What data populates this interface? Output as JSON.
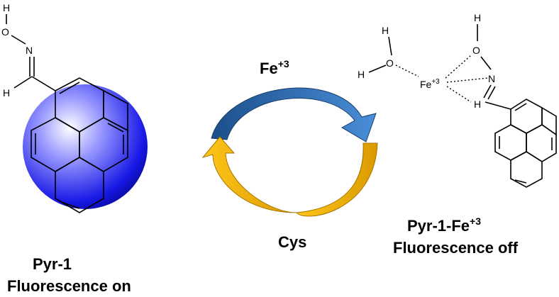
{
  "left": {
    "name": "Pyr-1",
    "status": "Fluorescence on"
  },
  "right": {
    "name": "Pyr-1-Fe",
    "name_sup": "+3",
    "status": "Fluorescence off"
  },
  "cycle": {
    "top_reagent": "Fe",
    "top_reagent_sup": "+3",
    "bottom_reagent": "Cys"
  },
  "atoms": {
    "H": "H",
    "O": "O",
    "N": "N",
    "Fe": "Fe",
    "fe_charge": "+3"
  },
  "colors": {
    "sphere": "#1a1aff",
    "arrow_blue": "#1f5fa8",
    "arrow_gold": "#f2b705"
  }
}
